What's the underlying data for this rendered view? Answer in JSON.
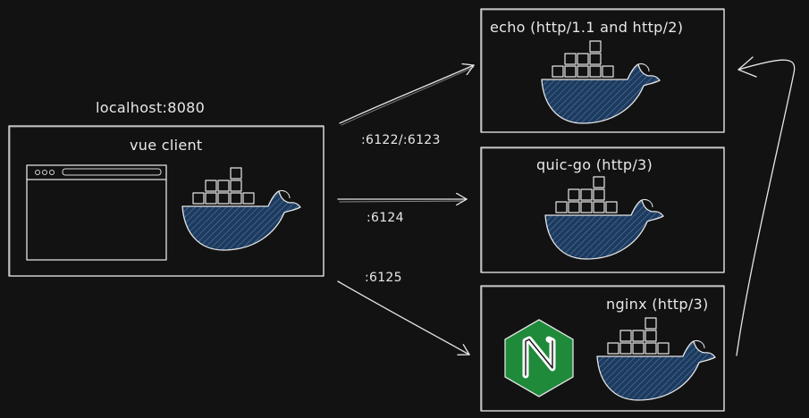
{
  "host_label": "localhost:8080",
  "client": {
    "title": "vue client",
    "icons": [
      "browser-window-icon",
      "docker-whale-icon"
    ]
  },
  "servers": [
    {
      "title": "echo (http/1.1 and http/2)",
      "icons": [
        "docker-whale-icon"
      ]
    },
    {
      "title": "quic-go (http/3)",
      "icons": [
        "docker-whale-icon"
      ]
    },
    {
      "title": "nginx (http/3)",
      "icons": [
        "nginx-logo-icon",
        "docker-whale-icon"
      ]
    }
  ],
  "connections": [
    {
      "label": ":6122/:6123",
      "to": "echo (http/1.1 and http/2)"
    },
    {
      "label": ":6124",
      "to": "quic-go (http/3)"
    },
    {
      "label": ":6125",
      "to": "nginx (http/3)"
    }
  ],
  "colors": {
    "background": "#121212",
    "stroke": "#e6e6e6",
    "whale": "#1e3a5c",
    "nginx": "#1e8a3a"
  }
}
